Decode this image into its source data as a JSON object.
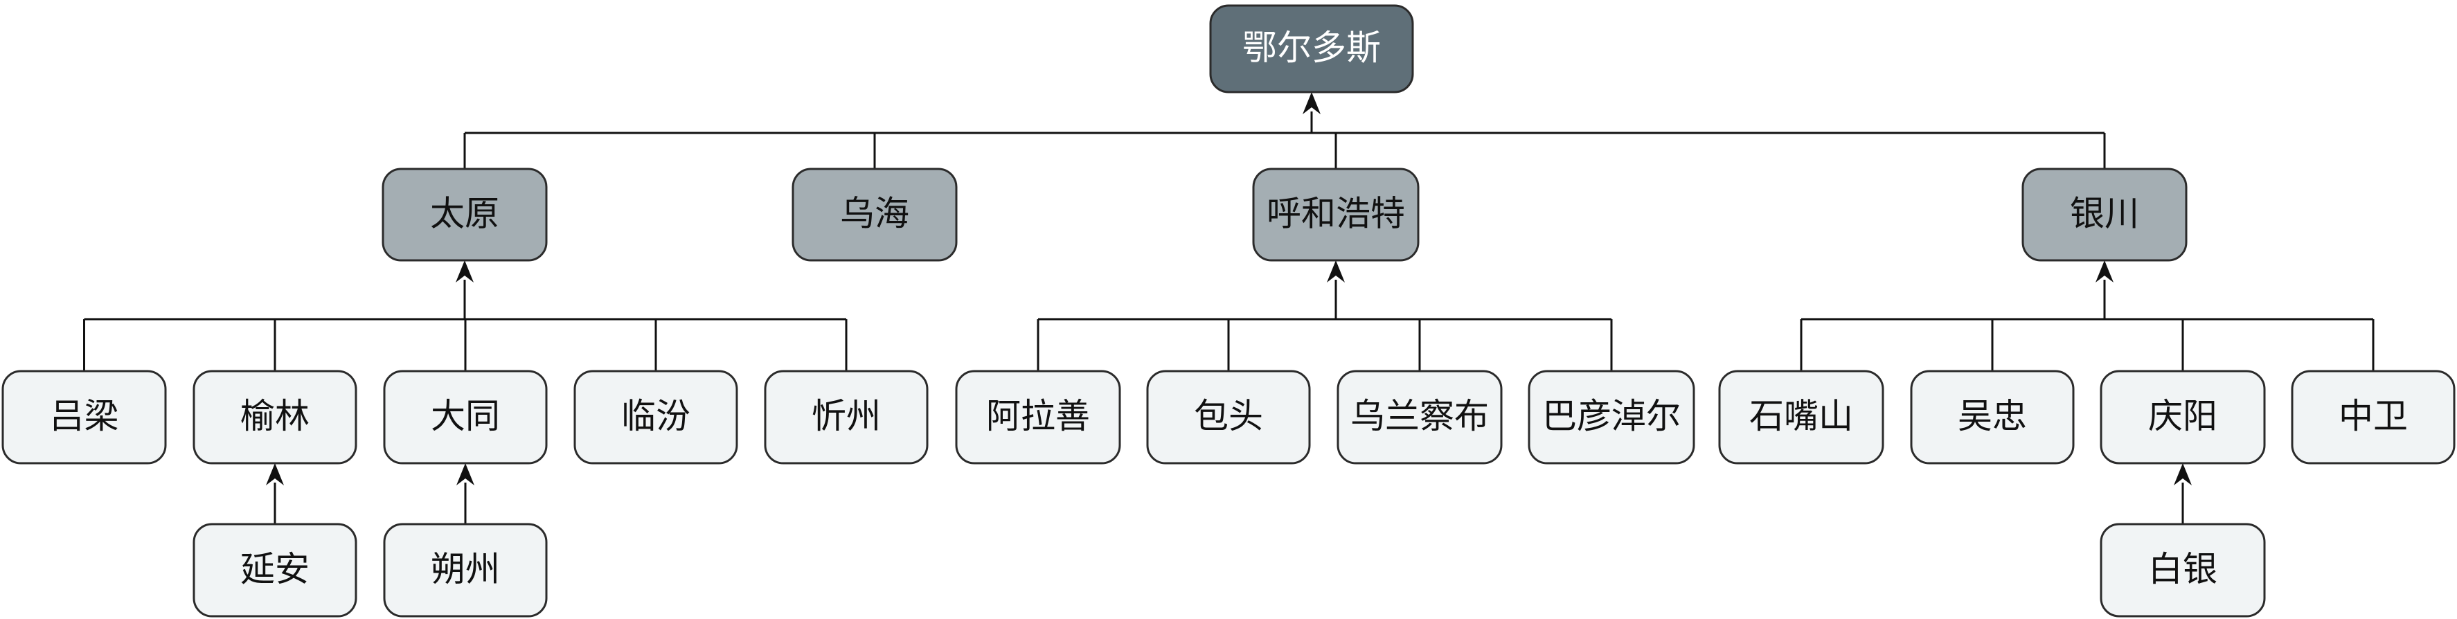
{
  "nodes": {
    "root": {
      "label": "鄂尔多斯"
    },
    "taiyuan": {
      "label": "太原"
    },
    "wuhai": {
      "label": "乌海"
    },
    "huhehaote": {
      "label": "呼和浩特"
    },
    "yinchuan": {
      "label": "银川"
    },
    "lvliang": {
      "label": "吕梁"
    },
    "yulin": {
      "label": "榆林"
    },
    "datong": {
      "label": "大同"
    },
    "linfen": {
      "label": "临汾"
    },
    "xinzhou": {
      "label": "忻州"
    },
    "alashan": {
      "label": "阿拉善"
    },
    "baotou": {
      "label": "包头"
    },
    "wulanchabu": {
      "label": "乌兰察布"
    },
    "bayannaoer": {
      "label": "巴彦淖尔"
    },
    "shizuishan": {
      "label": "石嘴山"
    },
    "wuzhong": {
      "label": "吴忠"
    },
    "qingyang": {
      "label": "庆阳"
    },
    "zhongwei": {
      "label": "中卫"
    },
    "yanan": {
      "label": "延安"
    },
    "shuozhou": {
      "label": "朔州"
    },
    "baiyin": {
      "label": "白银"
    }
  },
  "edges": [
    {
      "parent": "root",
      "children": [
        "taiyuan",
        "wuhai",
        "huhehaote",
        "yinchuan"
      ]
    },
    {
      "parent": "taiyuan",
      "children": [
        "lvliang",
        "yulin",
        "datong",
        "linfen",
        "xinzhou"
      ]
    },
    {
      "parent": "huhehaote",
      "children": [
        "alashan",
        "baotou",
        "wulanchabu",
        "bayannaoer"
      ]
    },
    {
      "parent": "yinchuan",
      "children": [
        "shizuishan",
        "wuzhong",
        "qingyang",
        "zhongwei"
      ]
    },
    {
      "parent": "yulin",
      "children": [
        "yanan"
      ]
    },
    {
      "parent": "datong",
      "children": [
        "shuozhou"
      ]
    },
    {
      "parent": "qingyang",
      "children": [
        "baiyin"
      ]
    }
  ]
}
